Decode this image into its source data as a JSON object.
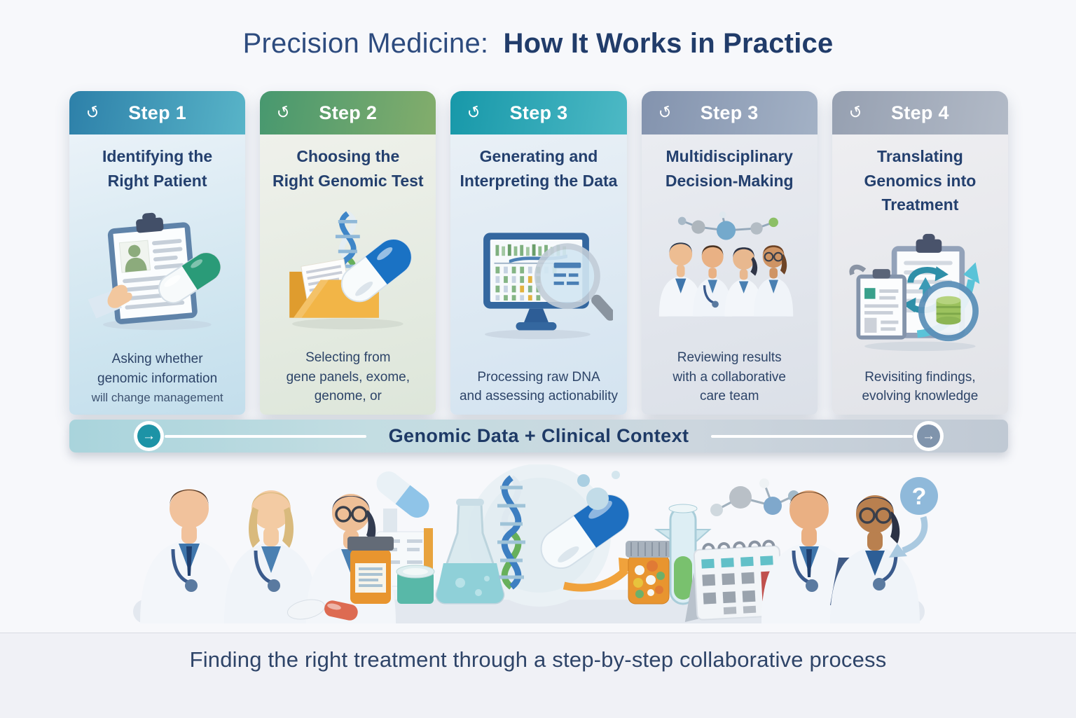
{
  "title": {
    "regular": "Precision Medicine:",
    "bold": "How It Works in Practice"
  },
  "steps": [
    {
      "badge": "Step 1",
      "title": "Identifying the\nRight Patient",
      "description": "Asking whether\ngenomic information",
      "note": "will change management"
    },
    {
      "badge": "Step 2",
      "title": "Choosing the\nRight Genomic Test",
      "description": "Selecting from\ngene panels, exome,\ngenome, or",
      "note": ""
    },
    {
      "badge": "Step 3",
      "title": "Generating and\nInterpreting the Data",
      "description": "Processing raw DNA\nand assessing actionability",
      "note": ""
    },
    {
      "badge": "Step 3",
      "title": "Multidisciplinary\nDecision-Making",
      "description": "Reviewing results\nwith a collaborative\ncare team",
      "note": ""
    },
    {
      "badge": "Step 4",
      "title": "Translating\nGenomics into\nTreatment",
      "description": "Revisiting findings,\nevolving knowledge",
      "note": ""
    }
  ],
  "banner": {
    "label": "Genomic Data + Clinical Context"
  },
  "caption": "Finding the right treatment through a step-by-step collaborative process",
  "icons": {
    "step_swirl": "↺",
    "arrow_right": "→",
    "question_mark": "?"
  },
  "colors": {
    "accent_teal": "#1d93a6",
    "accent_gray_blue": "#8094ac",
    "navy_text": "#24406e",
    "step1_header": "#2d80a9",
    "step2_header": "#47986f",
    "step3_header": "#1798a9",
    "step4_header": "#8393ae",
    "step5_header": "#96a0b1"
  }
}
